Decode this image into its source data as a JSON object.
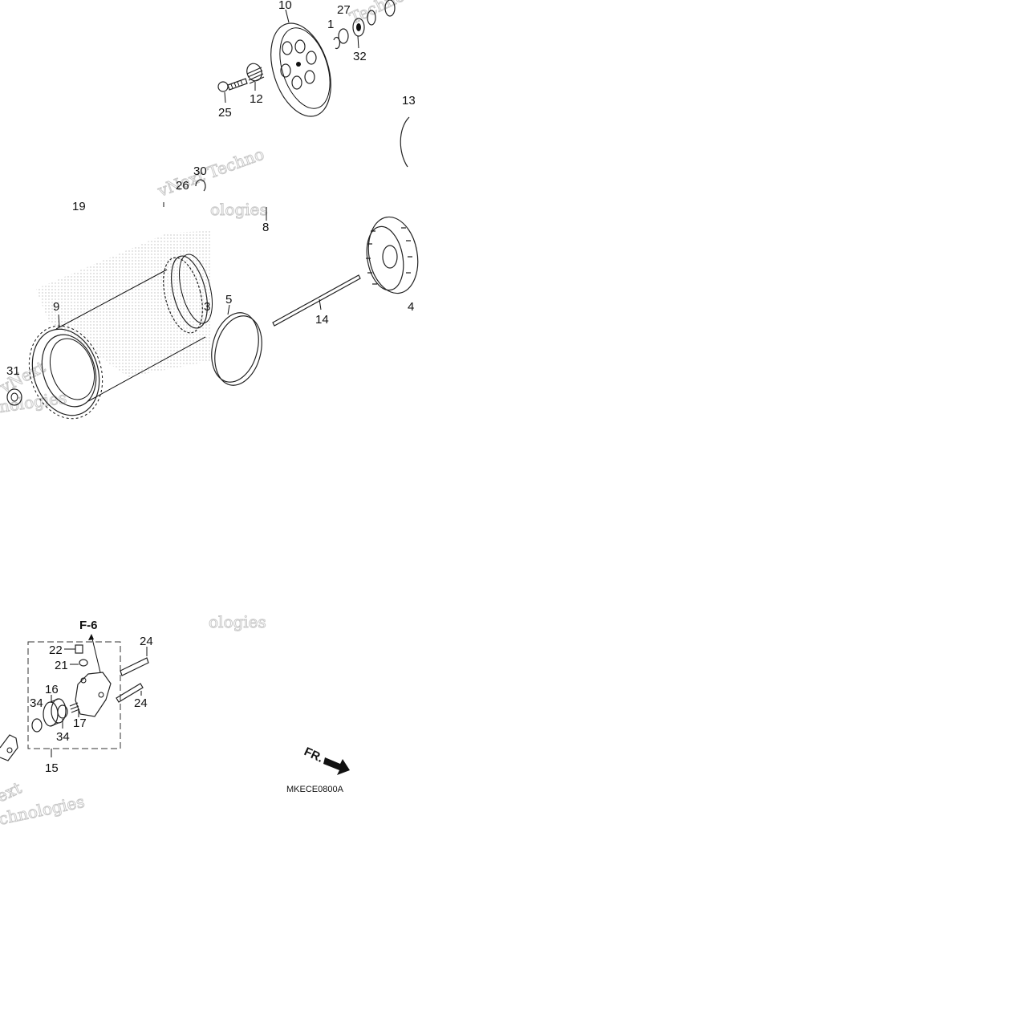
{
  "diagram": {
    "callouts": {
      "c10": "10",
      "c1": "1",
      "c27": "27",
      "c32": "32",
      "c25": "25",
      "c12": "12",
      "c13": "13",
      "c30": "30",
      "c26": "26",
      "c8": "8",
      "c9": "9",
      "c5": "5",
      "c14": "14",
      "c4": "4",
      "c3": "3",
      "c31": "31",
      "c22": "22",
      "c21": "21",
      "c24a": "24",
      "c24b": "24",
      "c16": "16",
      "c34a": "34",
      "c34b": "34",
      "c17": "17",
      "c15": "15",
      "c19": "19"
    },
    "section_ref": "F-6",
    "direction_label": "FR.",
    "figure_code": "MKECE0800A",
    "watermarks": {
      "w1": "vNext Techno",
      "w2": "ologies",
      "w3": "vNext",
      "w4": "nologies",
      "w5": "ologies",
      "w6": "ext",
      "w7": "chnologies",
      "w8": "Technolo"
    }
  }
}
